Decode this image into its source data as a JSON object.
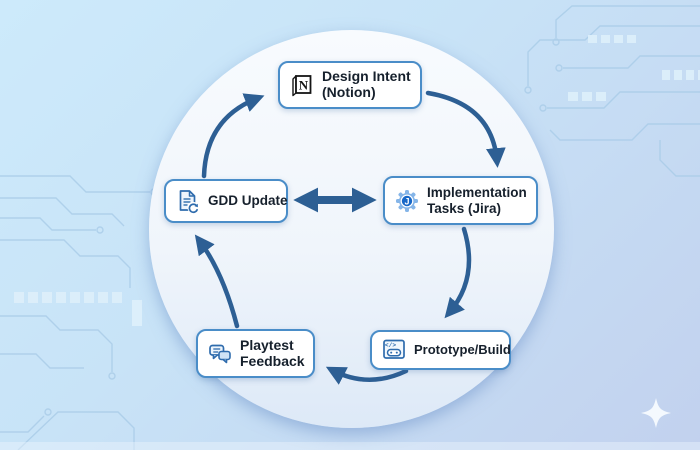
{
  "diagram": {
    "type": "cycle-flowchart",
    "nodes": [
      {
        "id": "design-intent",
        "line1": "Design Intent",
        "line2": "(Notion)",
        "icon": "notion-icon"
      },
      {
        "id": "implementation-tasks",
        "line1": "Implementation",
        "line2": "Tasks (Jira)",
        "icon": "jira-gear-icon"
      },
      {
        "id": "gdd-update",
        "line1": "GDD Update",
        "line2": "",
        "icon": "document-sync-icon"
      },
      {
        "id": "playtest-feedback",
        "line1": "Playtest",
        "line2": "Feedback",
        "icon": "chat-bubbles-icon"
      },
      {
        "id": "prototype-build",
        "line1": "Prototype/Build",
        "line2": "",
        "icon": "window-code-gamepad-icon"
      }
    ],
    "edges": [
      {
        "from": "gdd-update",
        "to": "design-intent",
        "style": "curved-arrow"
      },
      {
        "from": "design-intent",
        "to": "implementation-tasks",
        "style": "curved-arrow"
      },
      {
        "from": "implementation-tasks",
        "to": "prototype-build",
        "style": "curved-arrow"
      },
      {
        "from": "prototype-build",
        "to": "playtest-feedback",
        "style": "curved-arrow"
      },
      {
        "from": "playtest-feedback",
        "to": "gdd-update",
        "style": "curved-arrow"
      },
      {
        "from": "gdd-update",
        "to": "implementation-tasks",
        "style": "bidirectional-arrow"
      }
    ],
    "colors": {
      "background_start": "#cdeafb",
      "background_end": "#c2d1ee",
      "circle_fill": "#f2f7fc",
      "node_border": "#4a8dc8",
      "arrow": "#2d5f94",
      "circuit_trace": "#a9cce8",
      "notion_black": "#151515",
      "jira_blue": "#1868c8",
      "icon_stroke": "#2f6cad"
    }
  }
}
